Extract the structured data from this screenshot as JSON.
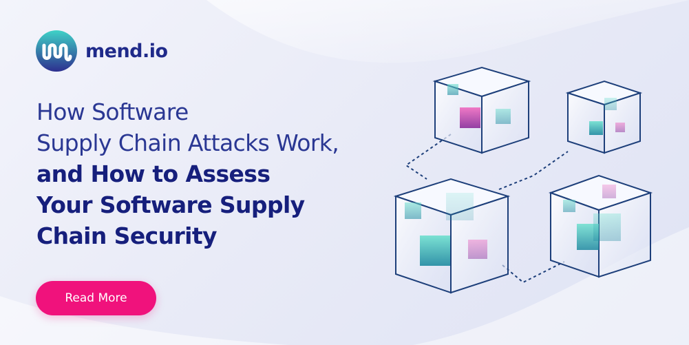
{
  "logo": {
    "text": "mend.io",
    "icon": "mend-logo-icon"
  },
  "headline": {
    "lines": [
      "How Software",
      "Supply Chain Attacks Work,",
      "and How to Assess",
      "Your Software Supply",
      "Chain Security"
    ]
  },
  "cta": {
    "label": "Read More"
  },
  "illustration": {
    "icon": "supply-chain-cubes-illustration"
  },
  "colors": {
    "brand": "#1d2a86",
    "accent": "#f0127c",
    "teal": "#3fc7c3",
    "pink": "#e0409e",
    "background": "#eceef8"
  }
}
